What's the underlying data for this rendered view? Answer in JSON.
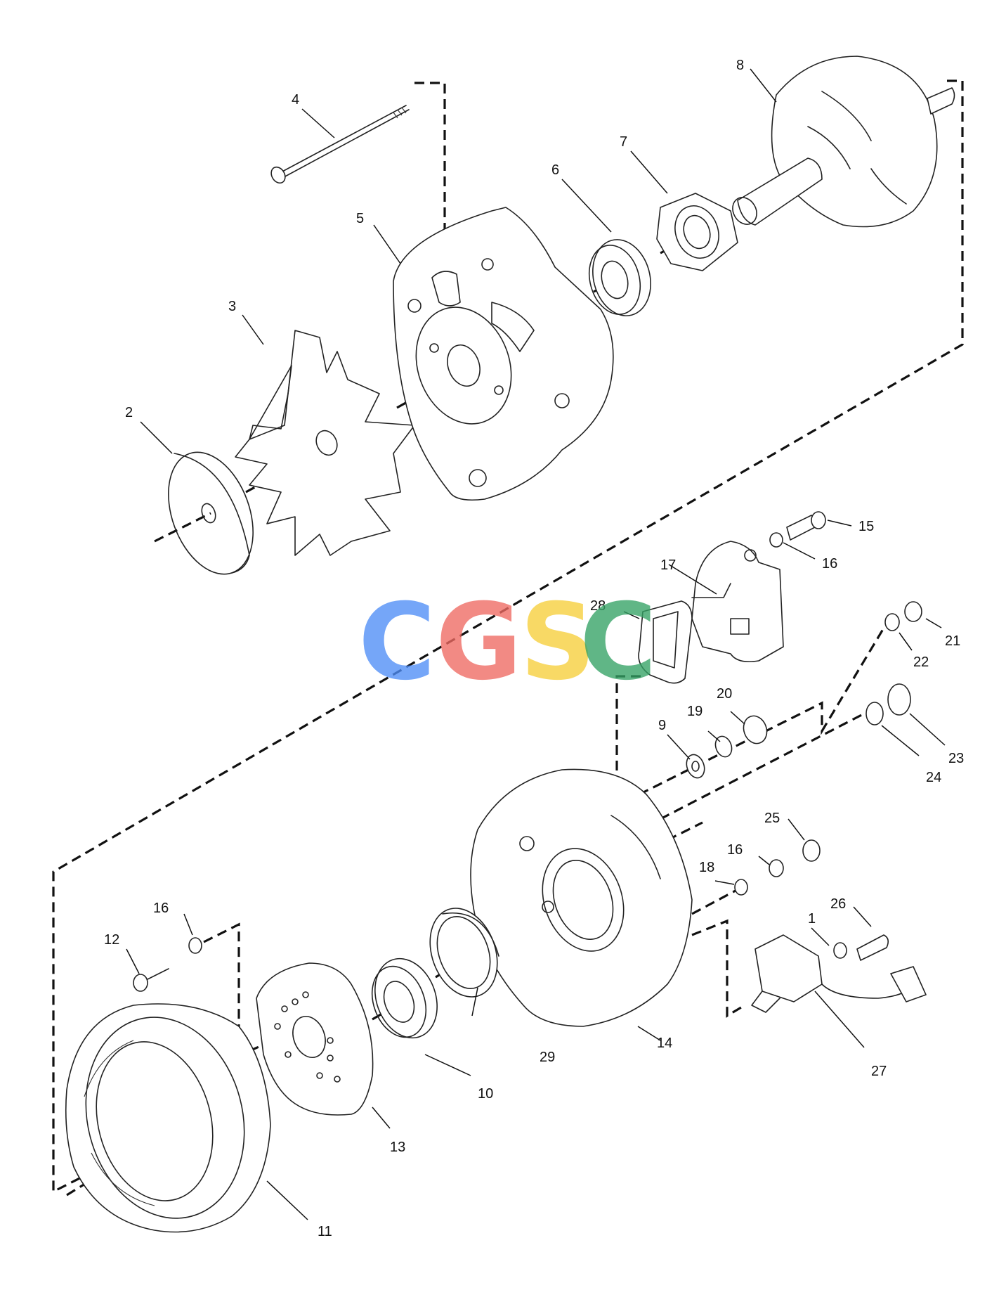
{
  "diagram": {
    "callouts": [
      "1",
      "2",
      "3",
      "4",
      "5",
      "6",
      "7",
      "8",
      "9",
      "10",
      "11",
      "12",
      "13",
      "14",
      "15",
      "16",
      "16",
      "16",
      "17",
      "18",
      "19",
      "20",
      "21",
      "22",
      "23",
      "24",
      "25",
      "26",
      "27",
      "28",
      "29"
    ]
  },
  "watermark": {
    "letters": [
      "C",
      "G",
      "S",
      "C"
    ],
    "colors": [
      "#4f8ef7",
      "#ef6a62",
      "#f7cf3a",
      "#34a265"
    ]
  }
}
